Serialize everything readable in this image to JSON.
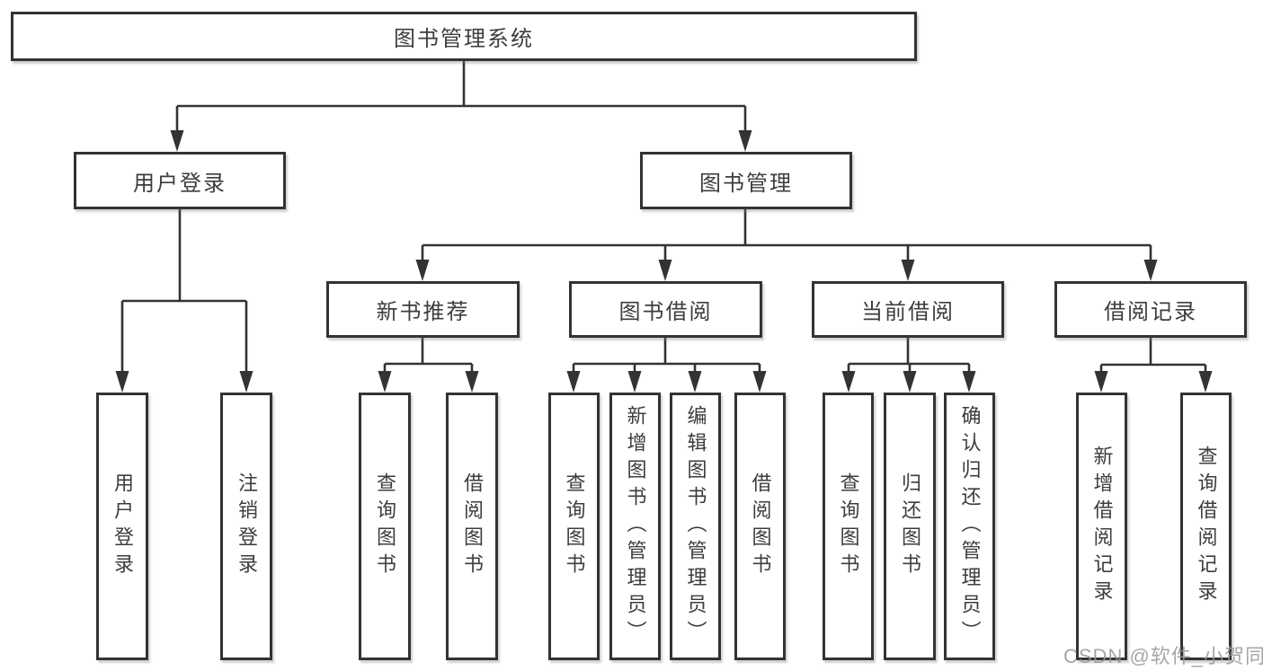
{
  "tree": {
    "label": "图书管理系统",
    "children": [
      {
        "label": "用户登录",
        "children": [
          {
            "label": "用户登录"
          },
          {
            "label": "注销登录"
          }
        ]
      },
      {
        "label": "图书管理",
        "children": [
          {
            "label": "新书推荐",
            "children": [
              {
                "label": "查询图书"
              },
              {
                "label": "借阅图书"
              }
            ]
          },
          {
            "label": "图书借阅",
            "children": [
              {
                "label": "查询图书"
              },
              {
                "label": "新增图书（管理员）"
              },
              {
                "label": "编辑图书（管理员）"
              },
              {
                "label": "借阅图书"
              }
            ]
          },
          {
            "label": "当前借阅",
            "children": [
              {
                "label": "查询图书"
              },
              {
                "label": "归还图书"
              },
              {
                "label": "确认归还（管理员）"
              }
            ]
          },
          {
            "label": "借阅记录",
            "children": [
              {
                "label": "新增借阅记录"
              },
              {
                "label": "查询借阅记录"
              }
            ]
          }
        ]
      }
    ]
  },
  "watermark": {
    "text": "CSDN @软件_小贺同学"
  },
  "colors": {
    "line": "#333333",
    "border": "#333333",
    "text": "#3d3d3d",
    "watermark": "#969696",
    "background": "#ffffff"
  }
}
